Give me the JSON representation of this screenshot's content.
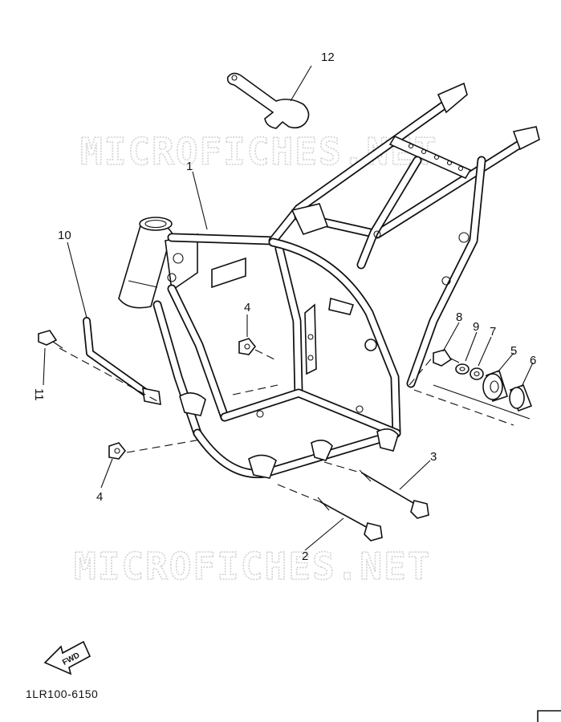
{
  "watermark": {
    "text": "MICROFICHES.NET"
  },
  "diagram_code": "1LR100-6150",
  "direction_marker": {
    "label": "FWD",
    "icon": "fwd-arrow-icon"
  },
  "callouts": {
    "c1": "1",
    "c2": "2",
    "c3": "3",
    "c4a": "4",
    "c4b": "4",
    "c5": "5",
    "c6": "6",
    "c7": "7",
    "c8": "8",
    "c9": "9",
    "c10": "10",
    "c11": "11",
    "c12": "12"
  }
}
